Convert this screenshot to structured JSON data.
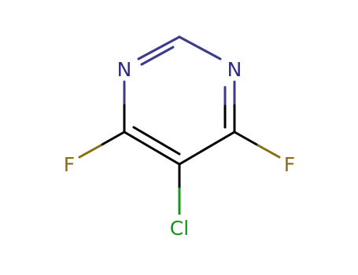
{
  "molecule": {
    "atoms": [
      {
        "id": "N1",
        "symbol": "N",
        "color": "#2e2a86"
      },
      {
        "id": "N3",
        "symbol": "N",
        "color": "#2e2a86"
      },
      {
        "id": "F4",
        "symbol": "F",
        "color": "#8a6d14"
      },
      {
        "id": "F6",
        "symbol": "F",
        "color": "#8a6d14"
      },
      {
        "id": "Cl5",
        "symbol": "Cl",
        "color": "#18931a"
      }
    ],
    "bond_color": "#000000"
  }
}
